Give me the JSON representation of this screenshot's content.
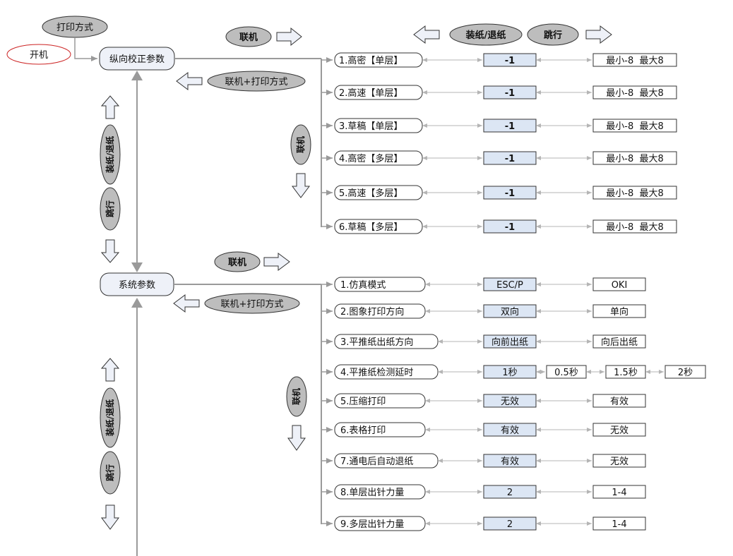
{
  "labels": {
    "print_mode": "打印方式",
    "power_on": "开机",
    "vertical_calibration": "纵向校正参数",
    "system_params": "系统参数",
    "online": "联机",
    "online_print_mode": "联机+打印方式",
    "load_eject": "装纸/退纸",
    "line_feed": "跳行"
  },
  "calibration_rows": [
    {
      "label": "1.高密【单层】",
      "value": "-1",
      "range": "最小-8  最大8"
    },
    {
      "label": "2.高速【单层】",
      "value": "-1",
      "range": "最小-8  最大8"
    },
    {
      "label": "3.草稿【单层】",
      "value": "-1",
      "range": "最小-8  最大8"
    },
    {
      "label": "4.高密【多层】",
      "value": "-1",
      "range": "最小-8  最大8"
    },
    {
      "label": "5.高速【多层】",
      "value": "-1",
      "range": "最小-8  最大8"
    },
    {
      "label": "6.草稿【多层】",
      "value": "-1",
      "range": "最小-8  最大8"
    }
  ],
  "system_rows": [
    {
      "label": "1.仿真模式",
      "value": "ESC/P",
      "options": [
        "OKI"
      ]
    },
    {
      "label": "2.图象打印方向",
      "value": "双向",
      "options": [
        "单向"
      ]
    },
    {
      "label": "3.平推纸出纸方向",
      "value": "向前出纸",
      "options": [
        "向后出纸"
      ]
    },
    {
      "label": "4.平推纸检测延时",
      "value": "1秒",
      "options": [
        "0.5秒",
        "1.5秒",
        "2秒"
      ]
    },
    {
      "label": "5.压缩打印",
      "value": "无效",
      "options": [
        "有效"
      ]
    },
    {
      "label": "6.表格打印",
      "value": "有效",
      "options": [
        "无效"
      ]
    },
    {
      "label": "7.通电后自动退纸",
      "value": "有效",
      "options": [
        "无效"
      ]
    },
    {
      "label": "8.单层出针力量",
      "value": "2",
      "options": [
        "1-4"
      ]
    },
    {
      "label": "9.多层出针力量",
      "value": "2",
      "options": [
        "1-4"
      ]
    }
  ],
  "colors": {
    "node_fill": "#eef1f8",
    "value_fill": "#dce6f4",
    "button_fill": "#bdbdbd",
    "stroke": "#333333",
    "connector": "#9a9a9a",
    "power_on_stroke": "#cc2222"
  }
}
